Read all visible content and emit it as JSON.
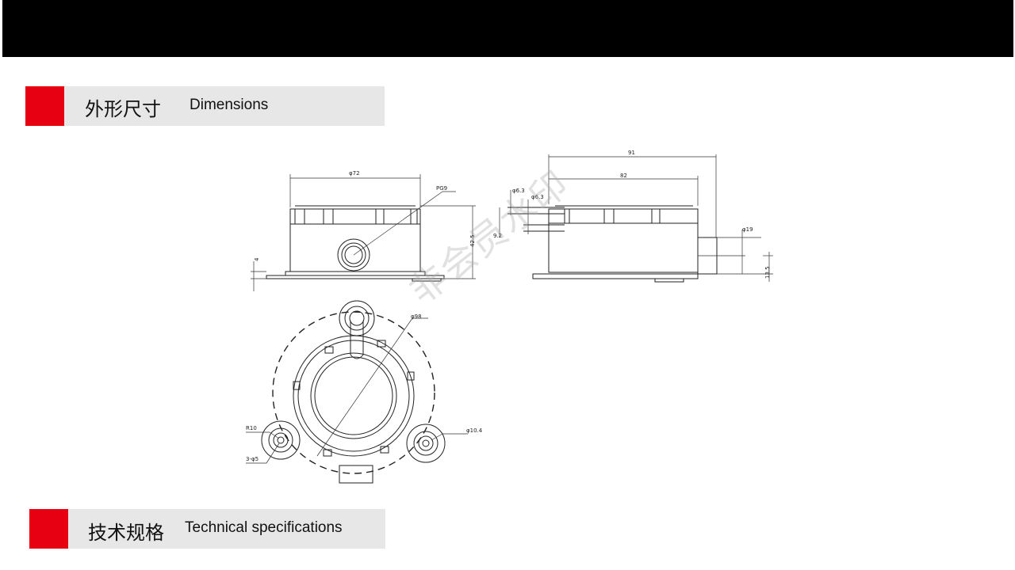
{
  "sections": {
    "dimensions": {
      "title_zh": "外形尺寸",
      "title_en": "Dimensions"
    },
    "specs": {
      "title_zh": "技术规格",
      "title_en": "Technical specifications"
    }
  },
  "drawing": {
    "labels": {
      "d72": "φ72",
      "pg9": "PG9",
      "h42_5": "42.5",
      "h4": "4",
      "w91": "91",
      "w82": "82",
      "d6_3a": "φ6.3",
      "d6_3b": "φ6.3",
      "h9_2": "9.2",
      "d19": "φ19",
      "h13_5": "13.5",
      "d98": "φ98",
      "r10": "R10",
      "holes": "3-φ5",
      "d10_4": "φ10.4"
    }
  },
  "watermark": "非会员水印",
  "colors": {
    "accent": "#e60012",
    "header_bg": "#e7e7e7",
    "topbar": "#000000"
  }
}
